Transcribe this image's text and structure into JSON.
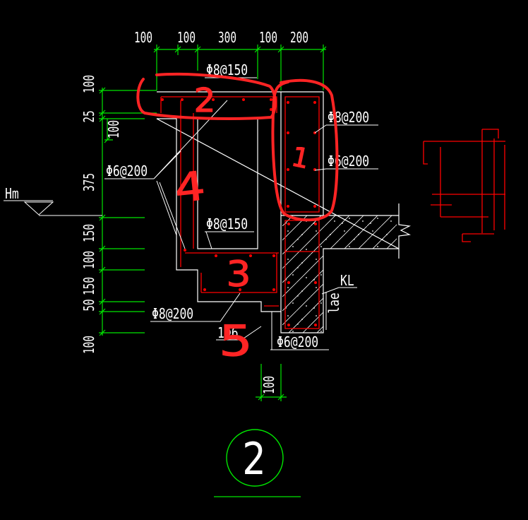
{
  "colors": {
    "background": "#000000",
    "dimension": "#00e600",
    "outline": "#ffffff",
    "rebar": "#ff0000",
    "markup": "#ff2424",
    "text": "#ffffff"
  },
  "top_dimensions": [
    "100",
    "100",
    "300",
    "100",
    "200"
  ],
  "left_dimensions": [
    "100",
    "25",
    "100",
    "375",
    "150",
    "100",
    "150",
    "50",
    "100"
  ],
  "bottom_dimension": "100",
  "rebar_labels": {
    "top_slab": "Φ8@150",
    "column_stirrup": "Φ8@200",
    "column_tie": "Φ6@200",
    "wall": "Φ6@200",
    "bottom_slab_top": "Φ8@150",
    "bottom_slab_bottom": "Φ8@200",
    "edge_bar": "1Φ6",
    "beam_stirrup": "Φ6@200"
  },
  "beam_label": "KL",
  "anchorage_label": "lae",
  "water_level_label": "Hm",
  "section_number": "2",
  "hand_marks": {
    "top_slab": "2",
    "column": "1",
    "wall": "4",
    "bottom_slab": "3",
    "edge": "5"
  }
}
